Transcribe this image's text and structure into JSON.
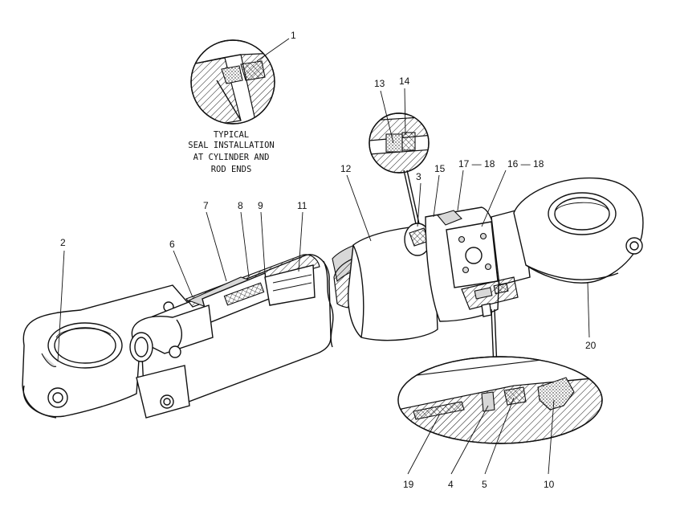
{
  "caption": [
    "TYPICAL",
    "SEAL INSTALLATION",
    "AT CYLINDER AND",
    "ROD ENDS"
  ],
  "callouts": {
    "c1": "1",
    "c2": "2",
    "c3": "3",
    "c4": "4",
    "c5": "5",
    "c6": "6",
    "c7": "7",
    "c8": "8",
    "c9": "9",
    "c10": "10",
    "c11": "11",
    "c12": "12",
    "c13": "13",
    "c14": "14",
    "c15": "15",
    "c17_18": "17 — 18",
    "c16_18": "16 — 18",
    "c19": "19",
    "c20": "20"
  }
}
